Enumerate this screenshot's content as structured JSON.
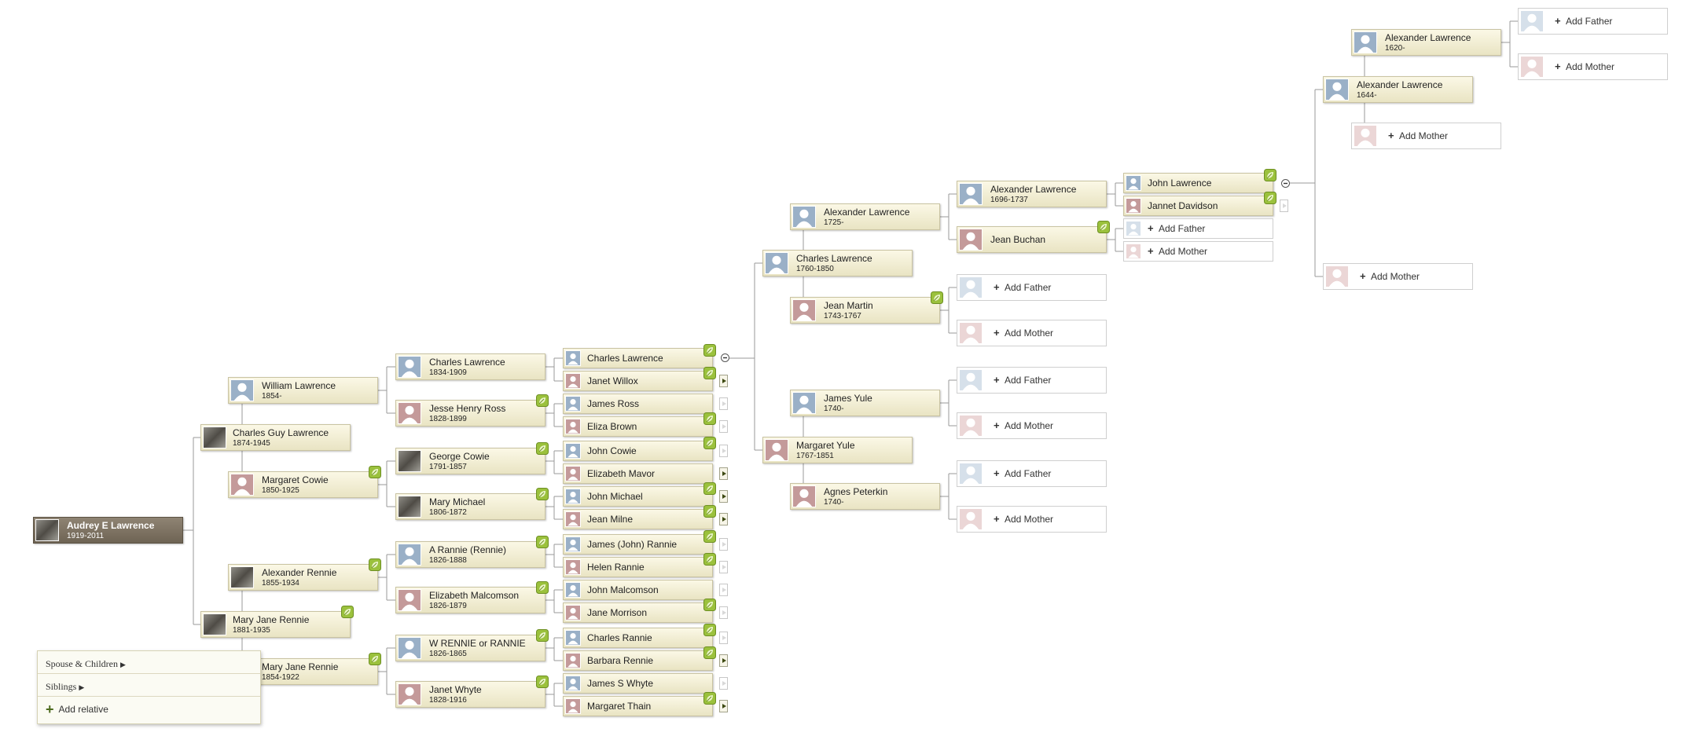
{
  "root": {
    "name": "Audrey E Lawrence",
    "dates": "1919-2011"
  },
  "generation_1": [
    {
      "name": "Charles Guy Lawrence",
      "dates": "1874-1945"
    },
    {
      "name": "Mary Jane Rennie",
      "dates": "1881-1935"
    }
  ],
  "generation_2": [
    {
      "name": "William Lawrence",
      "dates": "1854-"
    },
    {
      "name": "Margaret Cowie",
      "dates": "1850-1925"
    },
    {
      "name": "Alexander Rennie",
      "dates": "1855-1934"
    },
    {
      "name": "Mary Jane Rennie",
      "dates": "1854-1922"
    }
  ],
  "generation_3": [
    {
      "name": "Charles Lawrence",
      "dates": "1834-1909"
    },
    {
      "name": "Jesse Henry Ross",
      "dates": "1828-1899"
    },
    {
      "name": "George Cowie",
      "dates": "1791-1857"
    },
    {
      "name": "Mary Michael",
      "dates": "1806-1872"
    },
    {
      "name": "A Rannie (Rennie)",
      "dates": "1826-1888"
    },
    {
      "name": "Elizabeth Malcomson",
      "dates": "1826-1879"
    },
    {
      "name": "W RENNIE or RANNIE",
      "dates": "1826-1865"
    },
    {
      "name": "Janet Whyte",
      "dates": "1828-1916"
    }
  ],
  "generation_4": [
    {
      "name": "Charles Lawrence"
    },
    {
      "name": "Janet Willox"
    },
    {
      "name": "James Ross"
    },
    {
      "name": "Eliza Brown"
    },
    {
      "name": "John Cowie"
    },
    {
      "name": "Elizabeth Mavor"
    },
    {
      "name": "John Michael"
    },
    {
      "name": "Jean Milne"
    },
    {
      "name": "James (John) Rannie"
    },
    {
      "name": "Helen Rannie"
    },
    {
      "name": "John Malcomson"
    },
    {
      "name": "Jane Morrison"
    },
    {
      "name": "Charles Rannie"
    },
    {
      "name": "Barbara Rennie"
    },
    {
      "name": "James S Whyte"
    },
    {
      "name": "Margaret Thain"
    }
  ],
  "branch": {
    "charles_lawrence": {
      "name": "Charles Lawrence",
      "dates": "1760-1850"
    },
    "margaret_yule": {
      "name": "Margaret Yule",
      "dates": "1767-1851"
    },
    "alexander_lawrence_1725": {
      "name": "Alexander Lawrence",
      "dates": "1725-"
    },
    "jean_martin": {
      "name": "Jean Martin",
      "dates": "1743-1767"
    },
    "james_yule": {
      "name": "James Yule",
      "dates": "1740-"
    },
    "agnes_peterkin": {
      "name": "Agnes Peterkin",
      "dates": "1740-"
    },
    "alexander_lawrence_1696": {
      "name": "Alexander Lawrence",
      "dates": "1696-1737"
    },
    "jean_buchan": {
      "name": "Jean Buchan"
    },
    "john_lawrence": {
      "name": "John Lawrence"
    },
    "jannet_davidson": {
      "name": "Jannet Davidson"
    },
    "alexander_lawrence_1644": {
      "name": "Alexander Lawrence",
      "dates": "1644-"
    },
    "alexander_lawrence_1620": {
      "name": "Alexander Lawrence",
      "dates": "1620-"
    }
  },
  "labels": {
    "add_father": "Add Father",
    "add_mother": "Add Mother"
  },
  "menu": {
    "spouse_children": "Spouse & Children",
    "siblings": "Siblings",
    "add_relative": "Add relative",
    "arrow": "▶"
  },
  "icons": {
    "male": "male-silhouette-icon",
    "female": "female-silhouette-icon",
    "leaf": "leaf-hint-icon",
    "expand": "expand-arrow-icon",
    "collapse": "collapse-minus-icon",
    "plus": "plus-icon"
  },
  "colors": {
    "card_top": "#fbf8e6",
    "card_bottom": "#e9e4c3",
    "root_card": "#7a6f5f",
    "male_photo": "#9ab0c7",
    "female_photo": "#c49a9a",
    "leaf": "#9bc13d",
    "line": "#9a9a9a"
  }
}
